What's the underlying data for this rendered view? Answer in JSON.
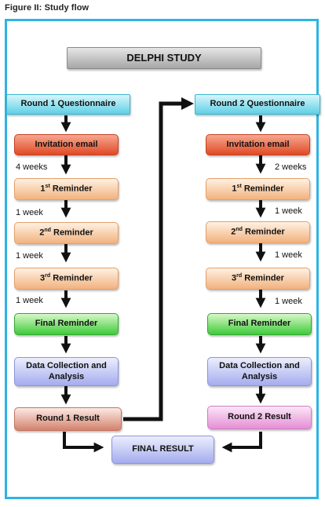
{
  "figure_title": "Figure II:  Study flow",
  "header": "DELPHI STUDY",
  "round1": {
    "questionnaire": "Round 1 Questionnaire",
    "invitation": "Invitation email",
    "rem1": {
      "num": "1",
      "sup": "st",
      "text": " Reminder"
    },
    "rem2": {
      "num": "2",
      "sup": "nd",
      "text": " Reminder"
    },
    "rem3": {
      "num": "3",
      "sup": "rd",
      "text": " Reminder"
    },
    "final_reminder": "Final Reminder",
    "collection_line1": "Data Collection and",
    "collection_line2": "Analysis",
    "result": "Round 1 Result",
    "interval1": "4 weeks",
    "interval2": "1 week",
    "interval3": "1 week",
    "interval4": "1 week"
  },
  "round2": {
    "questionnaire": "Round 2 Questionnaire",
    "invitation": "Invitation email",
    "rem1": {
      "num": "1",
      "sup": "st",
      "text": " Reminder"
    },
    "rem2": {
      "num": "2",
      "sup": "nd",
      "text": " Reminder"
    },
    "rem3": {
      "num": "3",
      "sup": "rd",
      "text": " Reminder"
    },
    "final_reminder": "Final Reminder",
    "collection_line1": "Data Collection and",
    "collection_line2": "Analysis",
    "result": "Round 2 Result",
    "interval1": "2 weeks",
    "interval2": "1 week",
    "interval3": "1 week",
    "interval4": "1 week"
  },
  "final_result": "FINAL RESULT"
}
